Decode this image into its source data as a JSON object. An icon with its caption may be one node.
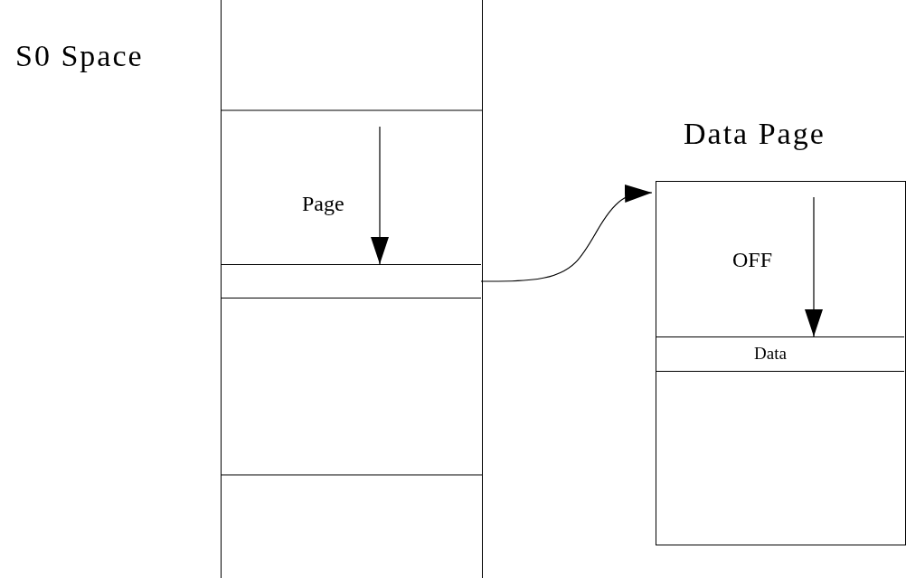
{
  "diagram": {
    "nodes": [
      {
        "text": [
          "S0 Space"
        ]
      },
      {
        "text": [],
        "shape": "box",
        "in": 0
      },
      {
        "text": [
          "Data Page"
        ]
      },
      {
        "text": [
          "Data"
        ],
        "in": 2
      }
    ],
    "edges": [
      {
        "from": null,
        "to": 1,
        "arrow": "to",
        "label": "Page"
      },
      {
        "from": 1,
        "to": 2,
        "arrow": "to"
      },
      {
        "from": null,
        "to": 3,
        "arrow": "to",
        "label": "OFF"
      }
    ]
  }
}
